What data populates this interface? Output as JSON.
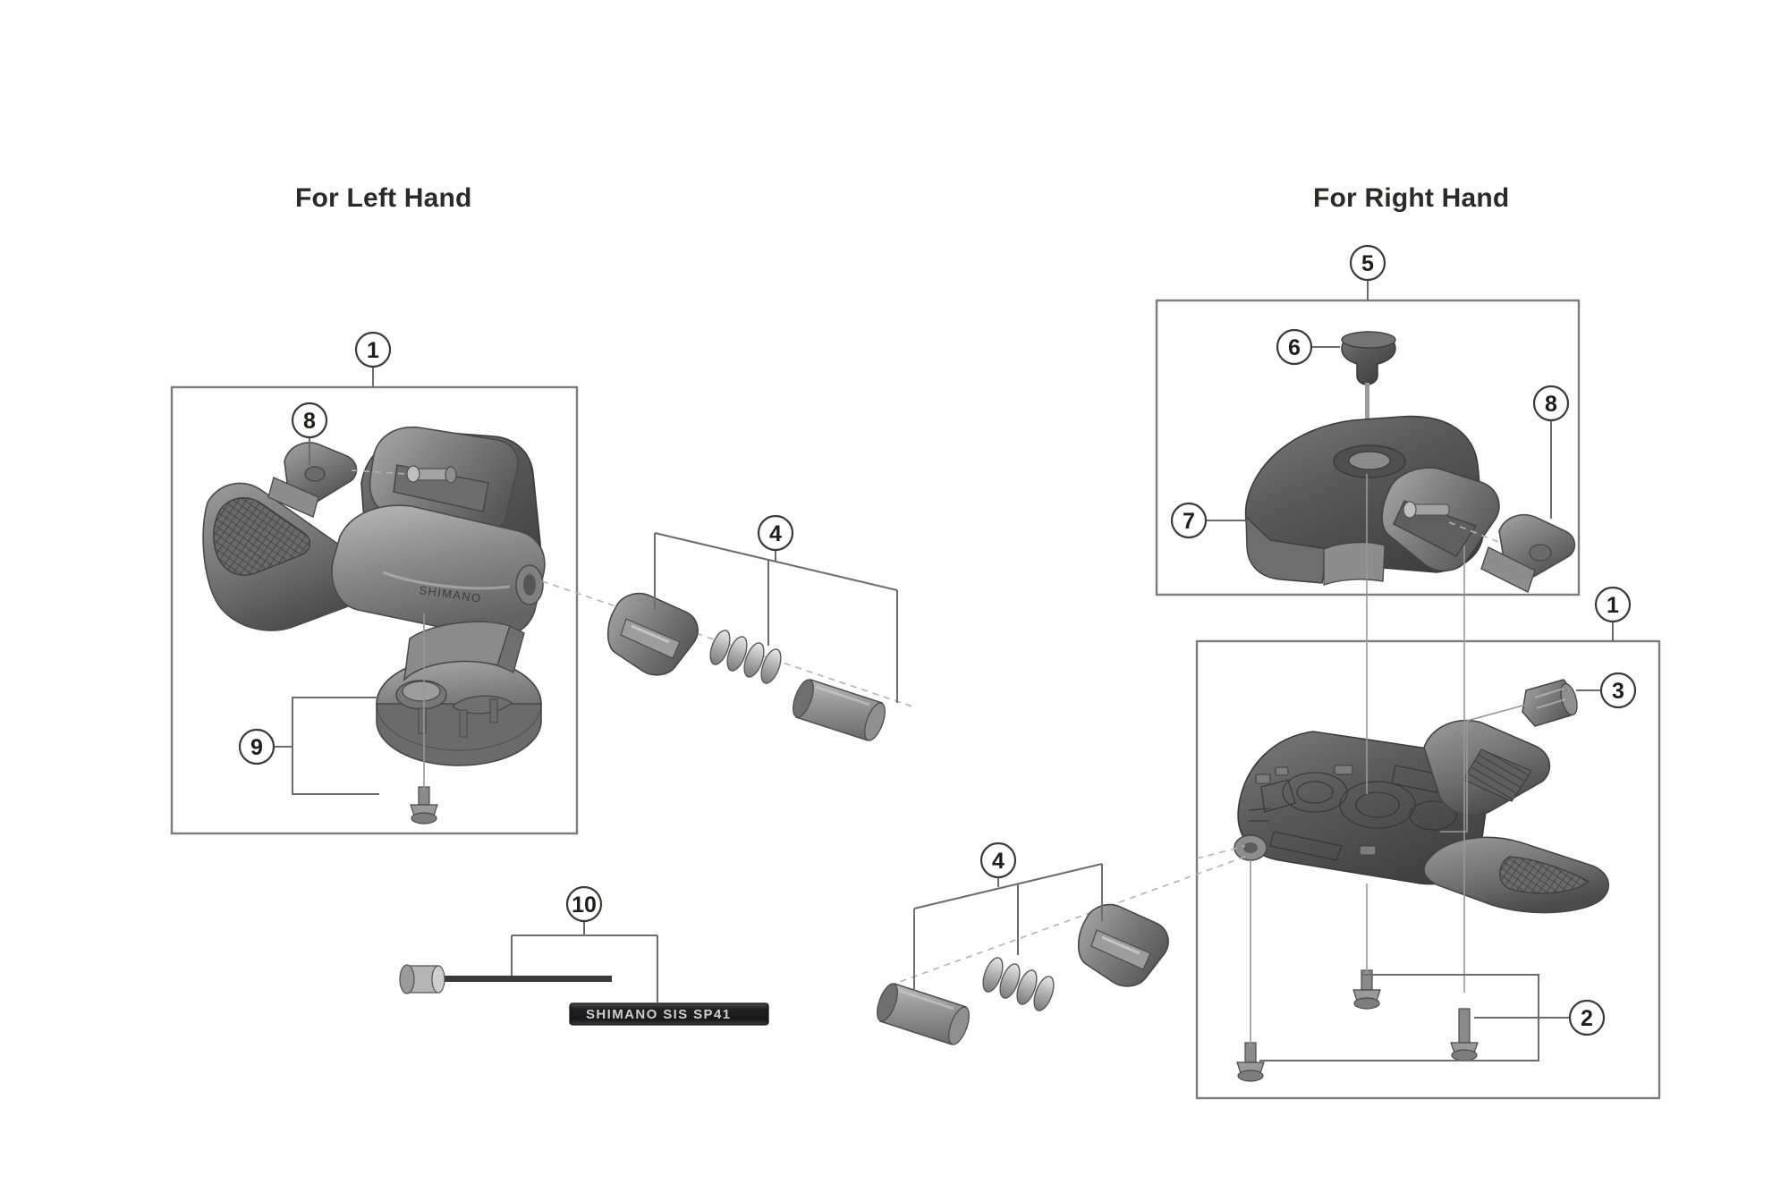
{
  "page": {
    "background_color": "#ffffff",
    "line_color": "#7d7b79",
    "text_color": "#2b2a28"
  },
  "headings": {
    "left": "For Left Hand",
    "right": "For Right Hand"
  },
  "callouts": {
    "left_group_box": "1",
    "left_cable_fixing_plate": "8",
    "left_cable_adjust_assembly": "4",
    "left_clamp_band_unit": "9",
    "left_shift_cable_set": "10",
    "right_cover_box": "5",
    "right_cover_bolt": "6",
    "right_cover": "7",
    "right_cable_fixing_plate": "8",
    "right_group_box": "1",
    "right_cap": "3",
    "right_screws": "2",
    "right_cable_adjust_assembly": "4"
  },
  "labels": {
    "cable_casing_print": "SHIMANO SIS  SP41"
  }
}
